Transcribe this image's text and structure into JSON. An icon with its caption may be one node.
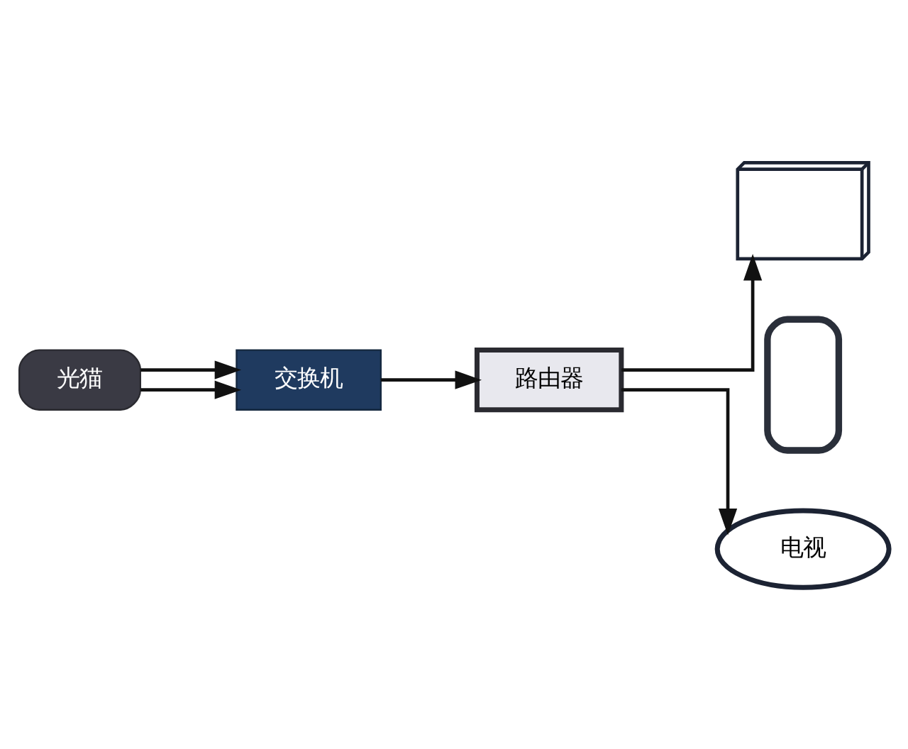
{
  "diagram": {
    "nodes": [
      {
        "text": [
          "光猫"
        ]
      },
      {
        "text": [
          "交换机"
        ]
      },
      {
        "text": [
          "路由器"
        ]
      },
      {
        "text": [],
        "shape": "computer"
      },
      {
        "text": [],
        "shape": "phone"
      },
      {
        "text": [
          "电视"
        ]
      }
    ],
    "edges": [
      {
        "from": 0,
        "to": 1,
        "arrow": "to"
      },
      {
        "from": 0,
        "to": 1,
        "arrow": "to"
      },
      {
        "from": 1,
        "to": 2,
        "arrow": "to"
      },
      {
        "from": 2,
        "to": 3,
        "arrow": "to"
      },
      {
        "from": 2,
        "to": 5,
        "arrow": "to"
      }
    ]
  }
}
